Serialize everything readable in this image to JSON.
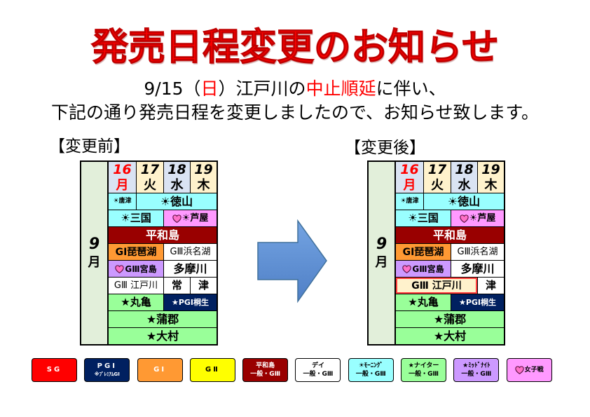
{
  "title": "発売日程変更のお知らせ",
  "notice": {
    "line1": [
      "9/15（",
      "日",
      "）江戸川の",
      "中止順延",
      "に伴い、"
    ],
    "line2": "下記の通り発売日程を変更しましたので、お知らせ致します。"
  },
  "before": {
    "label": "【変更前】",
    "month": {
      "num": "9",
      "unit": "月"
    },
    "days": [
      {
        "num": "16",
        "dow": "月"
      },
      {
        "num": "17",
        "dow": "火"
      },
      {
        "num": "18",
        "dow": "水"
      },
      {
        "num": "19",
        "dow": "木"
      }
    ],
    "rows": [
      [
        {
          "text": "☀唐津"
        },
        {
          "text": "☀徳山"
        }
      ],
      [
        {
          "text": "☀三国"
        },
        {
          "text": "☀芦屋",
          "icon": "heart-icon"
        }
      ],
      [
        {
          "text": "平和島"
        }
      ],
      [
        {
          "text": "GⅠ琵琶湖"
        },
        {
          "text": "GⅢ浜名湖"
        }
      ],
      [
        {
          "text": "GⅢ宮島",
          "icon": "heart-icon"
        },
        {
          "text": "多摩川"
        }
      ],
      [
        {
          "text": "GⅢ 江戸川"
        },
        {
          "text": "常"
        },
        {
          "text": "津"
        }
      ],
      [
        {
          "text": "★丸亀"
        },
        {
          "text": "★PGⅠ桐生"
        }
      ],
      [
        {
          "text": "★蒲郡"
        }
      ],
      [
        {
          "text": "★大村"
        }
      ]
    ]
  },
  "after": {
    "label": "【変更後】",
    "month": {
      "num": "9",
      "unit": "月"
    },
    "days": [
      {
        "num": "16",
        "dow": "月"
      },
      {
        "num": "17",
        "dow": "火"
      },
      {
        "num": "18",
        "dow": "水"
      },
      {
        "num": "19",
        "dow": "木"
      }
    ],
    "rows": [
      [
        {
          "text": "☀唐津"
        },
        {
          "text": "☀徳山"
        }
      ],
      [
        {
          "text": "☀三国"
        },
        {
          "text": "☀芦屋",
          "icon": "heart-icon"
        }
      ],
      [
        {
          "text": "平和島"
        }
      ],
      [
        {
          "text": "GⅠ琵琶湖"
        },
        {
          "text": "GⅢ浜名湖"
        }
      ],
      [
        {
          "text": "GⅢ宮島",
          "icon": "heart-icon"
        },
        {
          "text": "多摩川"
        }
      ],
      [
        {
          "text": "GⅢ 江戸川"
        },
        {
          "text": "津"
        }
      ],
      [
        {
          "text": "★丸亀"
        },
        {
          "text": "★PGⅠ桐生"
        }
      ],
      [
        {
          "text": "★蒲郡"
        }
      ],
      [
        {
          "text": "★大村"
        }
      ]
    ]
  },
  "legend": [
    {
      "lines": [
        "SG"
      ],
      "color": "#ff0000"
    },
    {
      "lines": [
        "PGⅠ",
        "※ﾌﾟﾚﾐｱﾑGⅠ"
      ],
      "color": "#002060"
    },
    {
      "lines": [
        "GⅠ"
      ],
      "color": "#ff9933"
    },
    {
      "lines": [
        "GⅡ"
      ],
      "color": "#ffff00"
    },
    {
      "lines": [
        "平和島",
        "一般・GⅢ"
      ],
      "color": "#990000"
    },
    {
      "lines": [
        "デイ",
        "一般・GⅢ"
      ],
      "color": "#ffffff"
    },
    {
      "lines": [
        "☀ﾓｰﾆﾝｸﾞ",
        "一般・GⅢ"
      ],
      "color": "#99ffff"
    },
    {
      "lines": [
        "★ナイター",
        "一般・GⅢ"
      ],
      "color": "#99ff99"
    },
    {
      "lines": [
        "★ﾐｯﾄﾞﾅｲﾄ",
        "一般・GⅢ"
      ],
      "color": "#cc99ff"
    },
    {
      "icon": "heart-icon",
      "lines": [
        "女子戦"
      ],
      "color": "#ff99ff"
    }
  ]
}
